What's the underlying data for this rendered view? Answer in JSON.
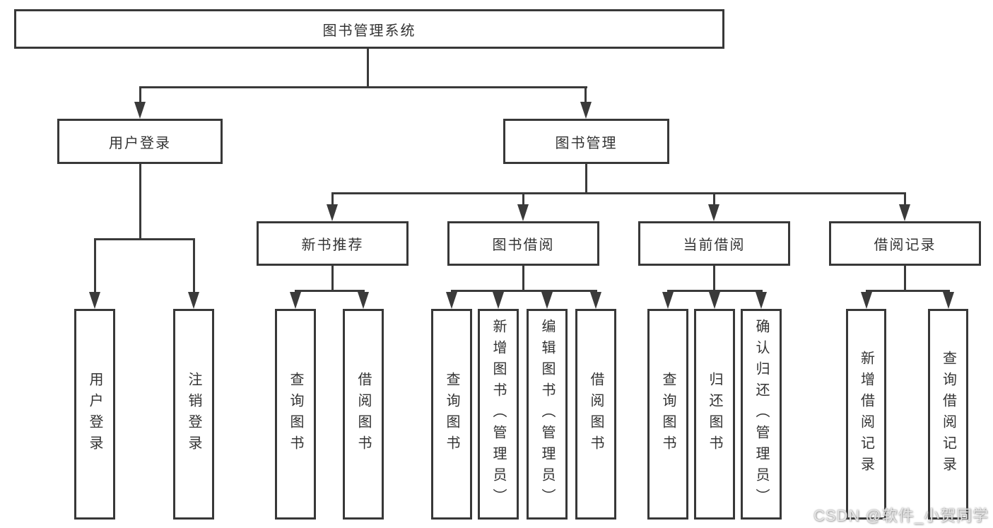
{
  "diagram": {
    "root": "图书管理系统",
    "user_login": {
      "label": "用户登录",
      "login": "用户登录",
      "logout": "注销登录"
    },
    "book_management": {
      "label": "图书管理",
      "new_book": {
        "label": "新书推荐",
        "query": "查询图书",
        "borrow": "借阅图书"
      },
      "borrowing": {
        "label": "图书借阅",
        "query": "查询图书",
        "add": "新增图书（管理员）",
        "edit": "编辑图书（管理员）",
        "borrow": "借阅图书"
      },
      "current": {
        "label": "当前借阅",
        "query": "查询图书",
        "return": "归还图书",
        "confirm": "确认归还（管理员）"
      },
      "records": {
        "label": "借阅记录",
        "add": "新增借阅记录",
        "query": "查询借阅记录"
      }
    }
  },
  "watermark": "CSDN @软件_小贺同学",
  "colors": {
    "line": "#3a3a3a",
    "border": "#383838",
    "text": "#333333",
    "background": "#ffffff"
  }
}
